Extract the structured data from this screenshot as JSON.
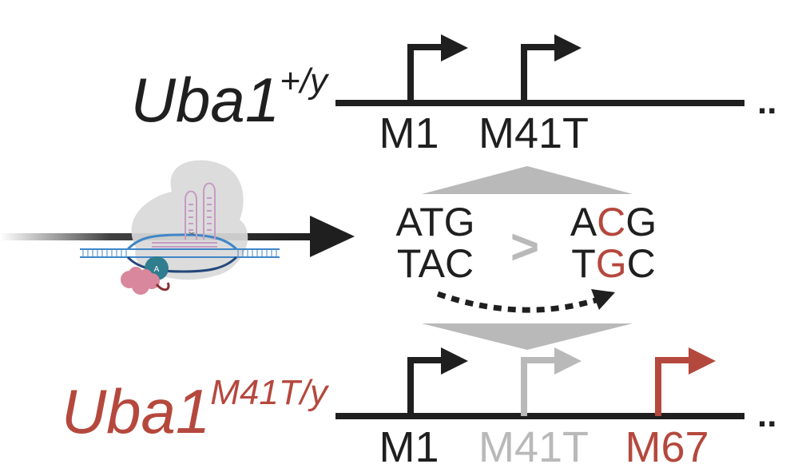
{
  "colors": {
    "black": "#1f1f1f",
    "grey": "#b9b9b9",
    "red": "#b5483d",
    "editor_body": "#d9d9d9",
    "dna_blue": "#3f86c8",
    "dna_dark": "#24477a",
    "guide_pink": "#c79ac4",
    "deaminase_teal": "#2f7d8f",
    "protein_pink": "#d8879c"
  },
  "wildtype": {
    "gene": "Uba1",
    "genotype": "+/y",
    "sites": [
      {
        "label": "M1"
      },
      {
        "label": "M41T"
      }
    ],
    "continuation": ".."
  },
  "edit": {
    "original_top": "ATG",
    "original_bottom": "TAC",
    "separator": ">",
    "edited_top_left": "A",
    "edited_top_mid": "C",
    "edited_top_right": "G",
    "edited_bottom_left": "T",
    "edited_bottom_mid": "G",
    "edited_bottom_right": "C",
    "deaminase_label": "A"
  },
  "mutant": {
    "gene": "Uba1",
    "genotype": "M41T/y",
    "sites": [
      {
        "label": "M1"
      },
      {
        "label": "M41T"
      },
      {
        "label": "M67"
      }
    ],
    "continuation": ".."
  }
}
